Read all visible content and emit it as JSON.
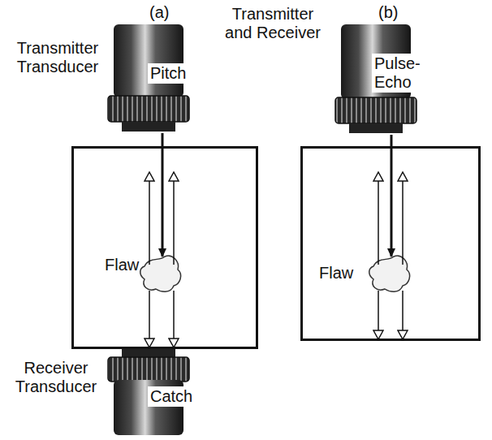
{
  "diagram": {
    "nodes": [
      {
        "text": [
          "Transmitter Transducer",
          "Pitch"
        ]
      },
      {
        "text": [
          "Flaw"
        ]
      },
      {
        "text": [
          "Receiver Transducer",
          "Catch"
        ]
      },
      {
        "text": [
          "Transmitter and Receiver",
          "Pulse-Echo"
        ]
      },
      {
        "text": [
          "Flaw"
        ]
      }
    ],
    "labels": [
      "(a)",
      "(b)"
    ]
  }
}
